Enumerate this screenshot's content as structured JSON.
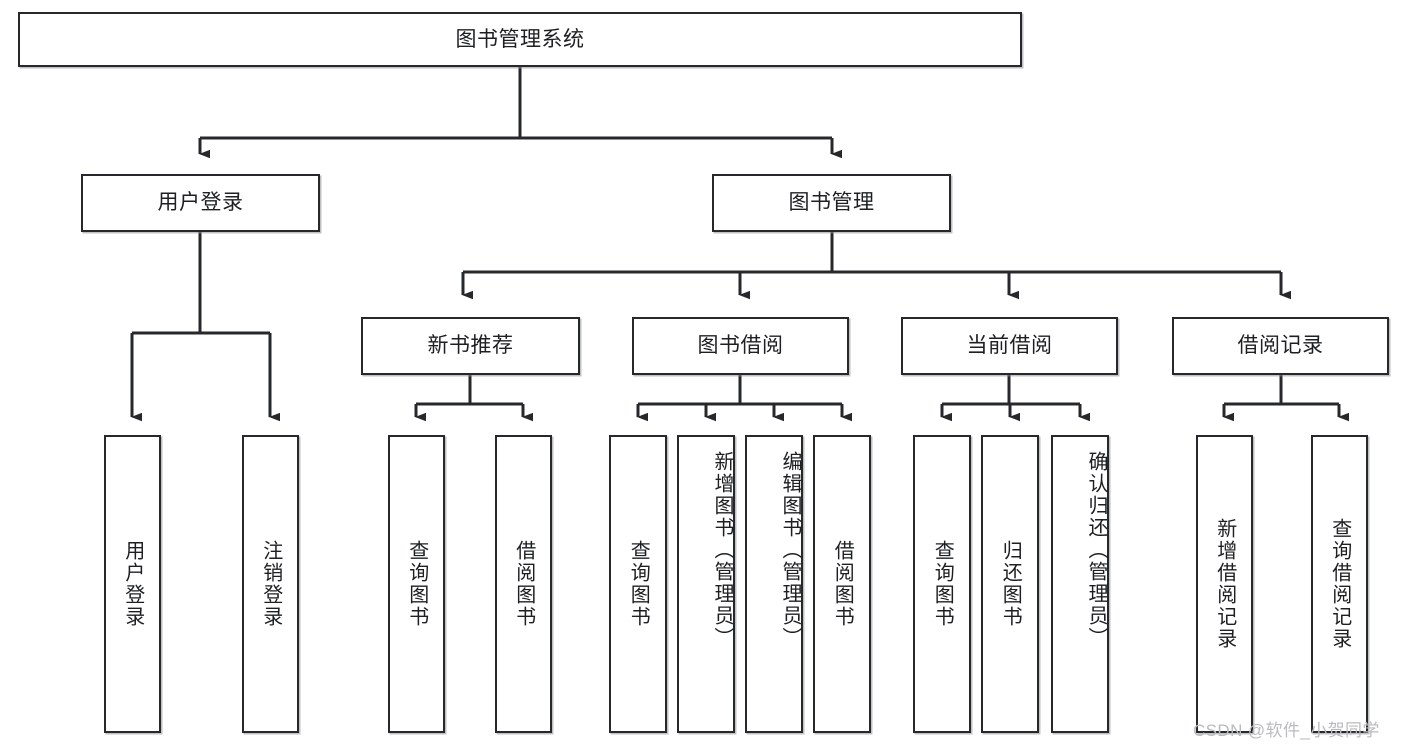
{
  "diagram": {
    "type": "tree",
    "title": "图书管理系统",
    "watermark": "CSDN @软件_小贺同学",
    "colors": {
      "box_border": "#26282b",
      "box_fill": "#ffffff",
      "edge": "#26282b",
      "text": "#1d1f21",
      "watermark": "#b9bbbe"
    },
    "nodes": {
      "root": {
        "label": "图书管理系统",
        "level": 0,
        "orientation": "horizontal"
      },
      "user_login": {
        "label": "用户登录",
        "level": 1,
        "orientation": "horizontal"
      },
      "book_manage": {
        "label": "图书管理",
        "level": 1,
        "orientation": "horizontal"
      },
      "new_book_rec": {
        "label": "新书推荐",
        "level": 2,
        "orientation": "horizontal"
      },
      "book_borrow": {
        "label": "图书借阅",
        "level": 2,
        "orientation": "horizontal"
      },
      "current_borrow": {
        "label": "当前借阅",
        "level": 2,
        "orientation": "horizontal"
      },
      "borrow_record": {
        "label": "借阅记录",
        "level": 2,
        "orientation": "horizontal"
      },
      "leaf_user_login": {
        "label": "用户登录",
        "level": 3,
        "orientation": "vertical"
      },
      "leaf_logout": {
        "label": "注销登录",
        "level": 3,
        "orientation": "vertical"
      },
      "leaf_query_book_1": {
        "label": "查询图书",
        "level": 3,
        "orientation": "vertical"
      },
      "leaf_borrow_book_1": {
        "label": "借阅图书",
        "level": 3,
        "orientation": "vertical"
      },
      "leaf_query_book_2": {
        "label": "查询图书",
        "level": 3,
        "orientation": "vertical"
      },
      "leaf_add_book": {
        "label": "新增图书（管理员）",
        "level": 3,
        "orientation": "vertical"
      },
      "leaf_edit_book": {
        "label": "编辑图书（管理员）",
        "level": 3,
        "orientation": "vertical"
      },
      "leaf_borrow_book_2": {
        "label": "借阅图书",
        "level": 3,
        "orientation": "vertical"
      },
      "leaf_query_book_3": {
        "label": "查询图书",
        "level": 3,
        "orientation": "vertical"
      },
      "leaf_return_book": {
        "label": "归还图书",
        "level": 3,
        "orientation": "vertical"
      },
      "leaf_confirm_return": {
        "label": "确认归还（管理员）",
        "level": 3,
        "orientation": "vertical"
      },
      "leaf_add_record": {
        "label": "新增借阅记录",
        "level": 3,
        "orientation": "vertical"
      },
      "leaf_query_record": {
        "label": "查询借阅记录",
        "level": 3,
        "orientation": "vertical"
      }
    },
    "edges": [
      {
        "from": "root",
        "to": "user_login"
      },
      {
        "from": "root",
        "to": "book_manage"
      },
      {
        "from": "book_manage",
        "to": "new_book_rec"
      },
      {
        "from": "book_manage",
        "to": "book_borrow"
      },
      {
        "from": "book_manage",
        "to": "current_borrow"
      },
      {
        "from": "book_manage",
        "to": "borrow_record"
      },
      {
        "from": "user_login",
        "to": "leaf_user_login"
      },
      {
        "from": "user_login",
        "to": "leaf_logout"
      },
      {
        "from": "new_book_rec",
        "to": "leaf_query_book_1"
      },
      {
        "from": "new_book_rec",
        "to": "leaf_borrow_book_1"
      },
      {
        "from": "book_borrow",
        "to": "leaf_query_book_2"
      },
      {
        "from": "book_borrow",
        "to": "leaf_add_book"
      },
      {
        "from": "book_borrow",
        "to": "leaf_edit_book"
      },
      {
        "from": "book_borrow",
        "to": "leaf_borrow_book_2"
      },
      {
        "from": "current_borrow",
        "to": "leaf_query_book_3"
      },
      {
        "from": "current_borrow",
        "to": "leaf_return_book"
      },
      {
        "from": "current_borrow",
        "to": "leaf_confirm_return"
      },
      {
        "from": "borrow_record",
        "to": "leaf_add_record"
      },
      {
        "from": "borrow_record",
        "to": "leaf_query_record"
      }
    ]
  }
}
